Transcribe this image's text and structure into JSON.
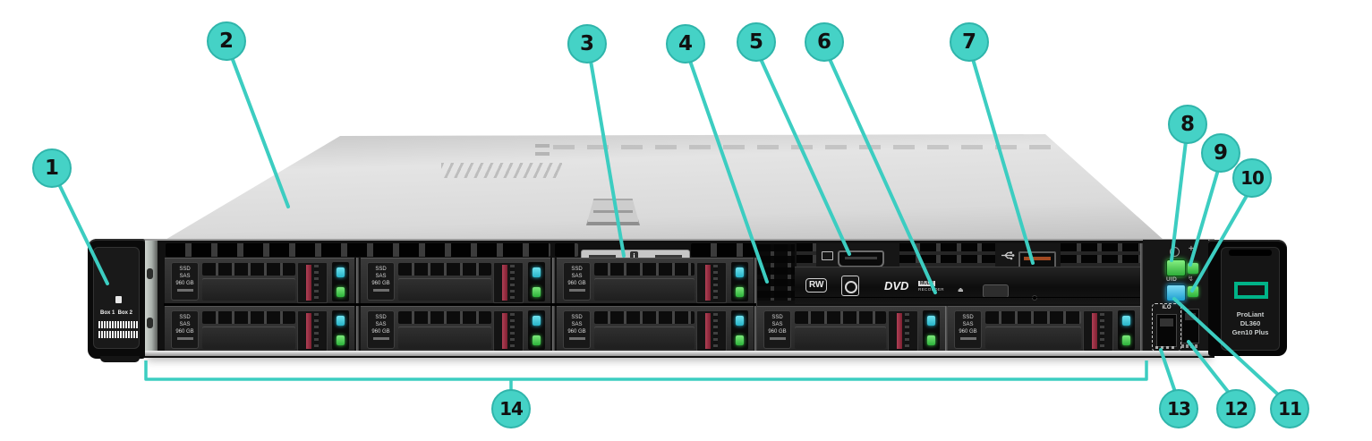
{
  "callouts": {
    "c1": "1",
    "c2": "2",
    "c3": "3",
    "c4": "4",
    "c5": "5",
    "c6": "6",
    "c7": "7",
    "c8": "8",
    "c9": "9",
    "c10": "10",
    "c11": "11",
    "c12": "12",
    "c13": "13",
    "c14": "14"
  },
  "server": {
    "left_ear": {
      "box1": "Box 1",
      "box2": "Box 2"
    },
    "pull_tab": {
      "info": "i"
    },
    "drive_label": {
      "l1": "SSD",
      "l2": "SAS",
      "l3": "960 GB"
    },
    "optical": {
      "rw": "RW",
      "dvd": "DVD",
      "multi": "MULTI",
      "recorder": "RECORDER",
      "eject_mark": "⏏"
    },
    "control_panel": {
      "uid": "UID",
      "ilo": "iLO",
      "health_plus": "+",
      "nic_glyph": "↯"
    },
    "right_ear": {
      "line1": "ProLiant",
      "line2": "DL360",
      "line3": "Gen10 Plus"
    }
  },
  "colors": {
    "callout_fill": "#45D2C6",
    "callout_border": "#2FB5AB",
    "leader_line": "#3CCDC1",
    "hpe_green": "#00B388",
    "led_green": "#3FD24C",
    "led_cyan": "#2FC9E0",
    "uid_blue": "#2EB4E4",
    "latch_red": "#8E2937",
    "cover_gray": "#D8D8D8",
    "chassis_black": "#111111",
    "background": "#FFFFFF"
  }
}
